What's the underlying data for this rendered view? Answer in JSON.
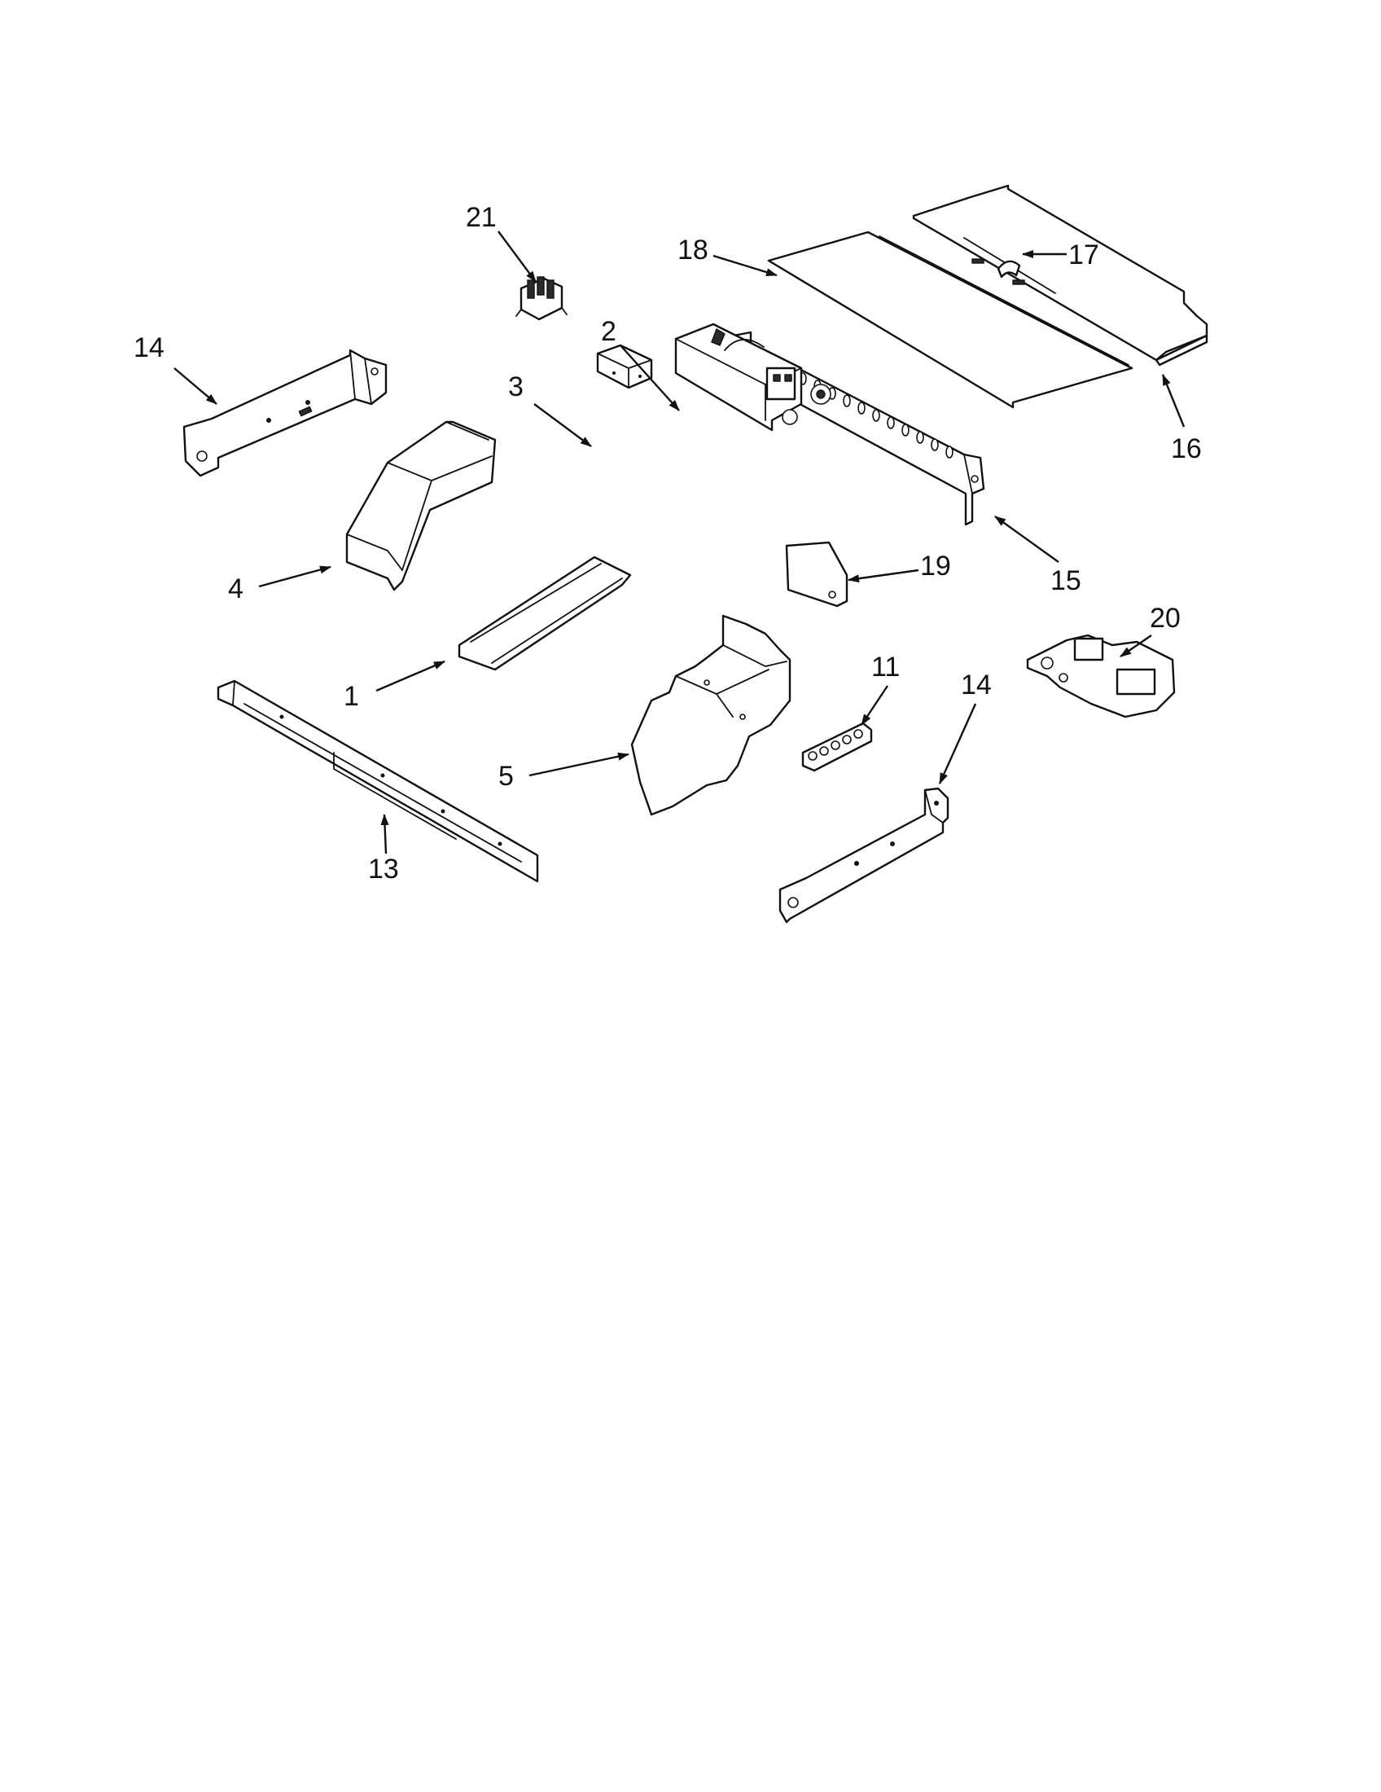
{
  "callouts": {
    "c1": "1",
    "c2": "2",
    "c3": "3",
    "c4": "4",
    "c5": "5",
    "c11": "11",
    "c13": "13",
    "c14a": "14",
    "c14b": "14",
    "c15": "15",
    "c16": "16",
    "c17": "17",
    "c18": "18",
    "c19": "19",
    "c20": "20",
    "c21": "21"
  }
}
